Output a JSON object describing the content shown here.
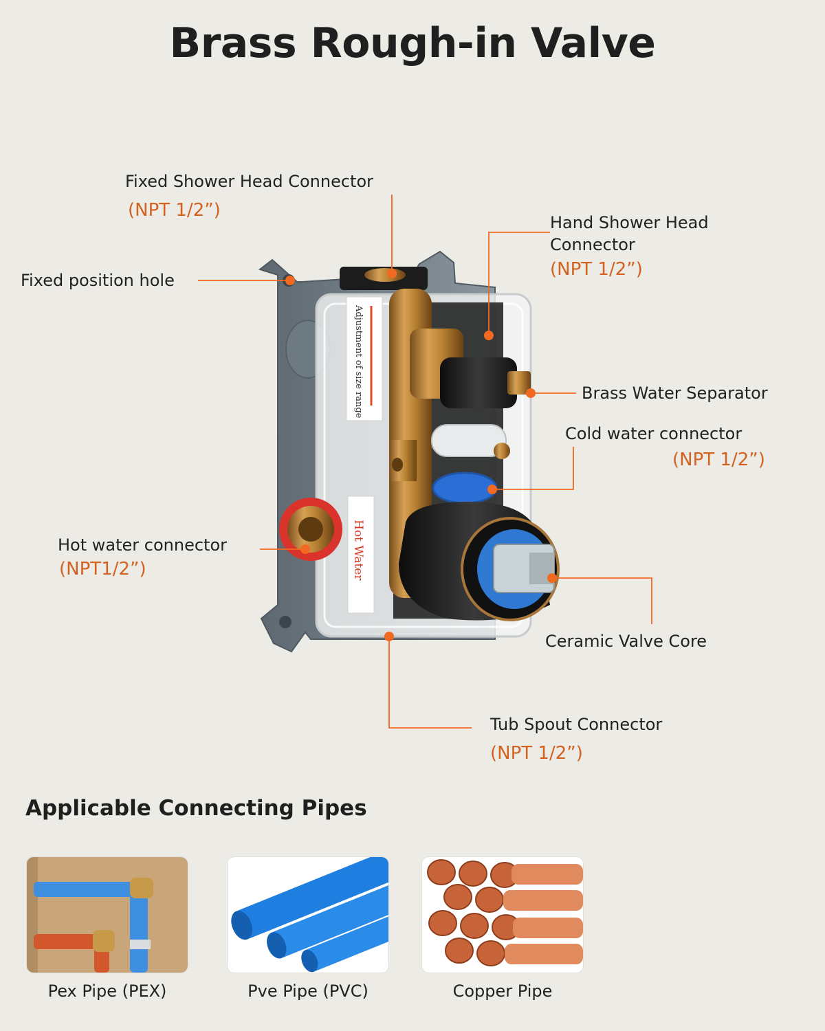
{
  "title": "Brass Rough-in Valve",
  "callouts": {
    "fixed_shower": {
      "label": "Fixed Shower Head Connector",
      "spec": "(NPT 1/2”)"
    },
    "hand_shower": {
      "label_line1": "Hand Shower Head",
      "label_line2": "Connector",
      "spec": "(NPT 1/2”)"
    },
    "fixed_hole": {
      "label": "Fixed position hole"
    },
    "separator": {
      "label": "Brass Water Separator"
    },
    "cold_water": {
      "label": "Cold water connector",
      "spec": "(NPT 1/2”)"
    },
    "hot_water": {
      "label": "Hot water connector",
      "spec": "(NPT1/2”)"
    },
    "ceramic": {
      "label": "Ceramic Valve Core"
    },
    "tub_spout": {
      "label": "Tub Spout Connector",
      "spec": "(NPT 1/2”)"
    }
  },
  "box_text": {
    "side_label": "Adjustment of size range",
    "hot_label": "Hot Water"
  },
  "pipes": {
    "heading": "Applicable Connecting Pipes",
    "items": [
      {
        "caption": "Pex Pipe (PEX)"
      },
      {
        "caption": "Pve Pipe (PVC)"
      },
      {
        "caption": "Copper Pipe"
      }
    ]
  },
  "colors": {
    "accent": "#f26a22",
    "spec_text": "#d4621f",
    "background": "#ecebe6"
  }
}
